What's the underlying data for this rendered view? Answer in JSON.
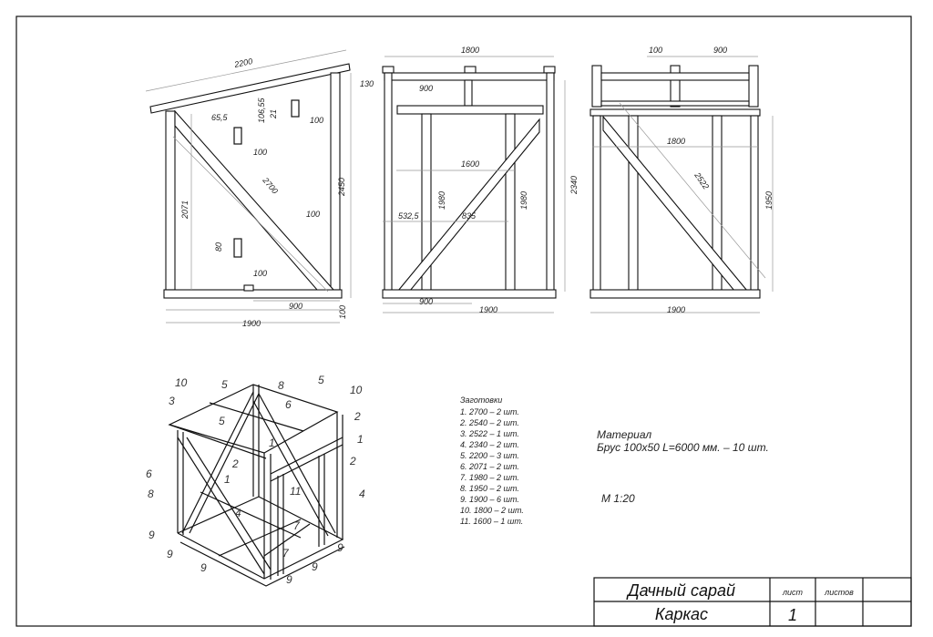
{
  "side_view": {
    "roof_len": "2200",
    "height_right": "2450",
    "post_left": "2071",
    "diagonal": "2700",
    "overhang": "130",
    "base_width": "1900",
    "offset": "900",
    "base_h": "100",
    "d1": "65,5",
    "d2": "106,55",
    "d3": "21",
    "d4": "100",
    "d5": "100",
    "d6": "100",
    "d7": "80",
    "d8": "100"
  },
  "front_view": {
    "top_width": "1800",
    "door_offset": "900",
    "door_width": "1600",
    "post_h1": "1980",
    "post_h2": "1980",
    "left_gap": "532,5",
    "diag_label": "835",
    "height": "2340",
    "bottom_offset": "900",
    "base_width": "1900"
  },
  "back_view": {
    "d_100": "100",
    "d_900": "900",
    "inner_width": "1800",
    "diagonal": "2522",
    "height": "1950",
    "base_width": "1900"
  },
  "iso_labels": [
    "10",
    "5",
    "8",
    "5",
    "10",
    "3",
    "6",
    "5",
    "2",
    "2",
    "1",
    "6",
    "8",
    "2",
    "4",
    "1",
    "11",
    "4",
    "7",
    "7",
    "9",
    "9",
    "9",
    "9",
    "9",
    "9",
    "1"
  ],
  "blanks": {
    "title": "Заготовки",
    "items": [
      "1. 2700 – 2 шт.",
      "2. 2540 – 2 шт.",
      "3. 2522 – 1 шт.",
      "4. 2340 – 2 шт.",
      "5. 2200 – 3 шт.",
      "6. 2071 – 2 шт.",
      "7. 1980 – 2 шт.",
      "8. 1950 – 2 шт.",
      "9. 1900 – 6 шт.",
      "10. 1800 – 2 шт.",
      "11. 1600 – 1 шт."
    ]
  },
  "material": {
    "title": "Материал",
    "text": "Брус 100х50 L=6000 мм. – 10 шт."
  },
  "scale": "М 1:20",
  "title_block": {
    "name": "Дачный сарай",
    "subtitle": "Каркас",
    "sheet_label": "лист",
    "sheets_label": "листов",
    "sheet_no": "1"
  }
}
